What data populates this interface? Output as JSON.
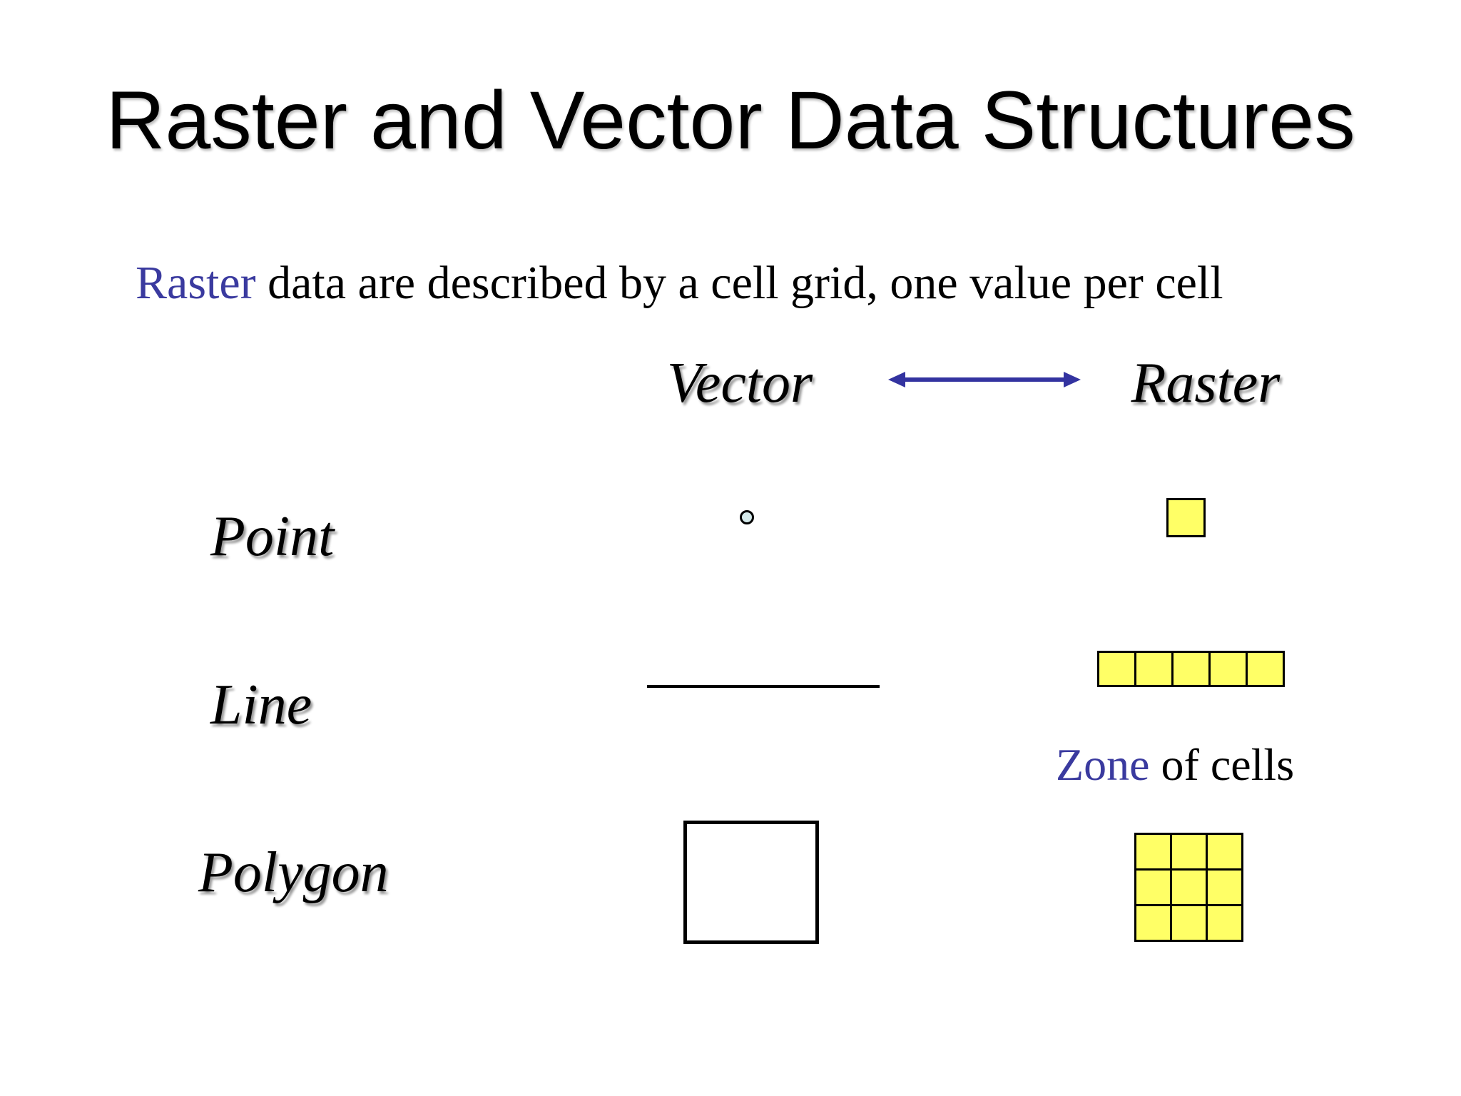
{
  "slide_title": "Raster and Vector Data Structures",
  "subtitle": {
    "highlight": "Raster",
    "rest": " data are described by a cell grid, one value per cell"
  },
  "columns": {
    "vector_label": "Vector",
    "raster_label": "Raster"
  },
  "rows": [
    {
      "label": "Point",
      "vector_symbol": "dot-icon",
      "raster_cells": 1
    },
    {
      "label": "Line",
      "vector_symbol": "line-segment-icon",
      "raster_cells": 5
    },
    {
      "label": "Polygon",
      "vector_symbol": "square-outline-icon",
      "raster_cells": 9,
      "raster_grid": "3x3"
    }
  ],
  "zone_note": {
    "highlight": "Zone",
    "rest": " of cells"
  },
  "colors": {
    "accent_blue": "#3A3A9F",
    "arrow_blue": "#3333A0",
    "cell_yellow": "#FFFF66",
    "cell_border": "#000000",
    "dot_fill": "#D5E9EA"
  }
}
